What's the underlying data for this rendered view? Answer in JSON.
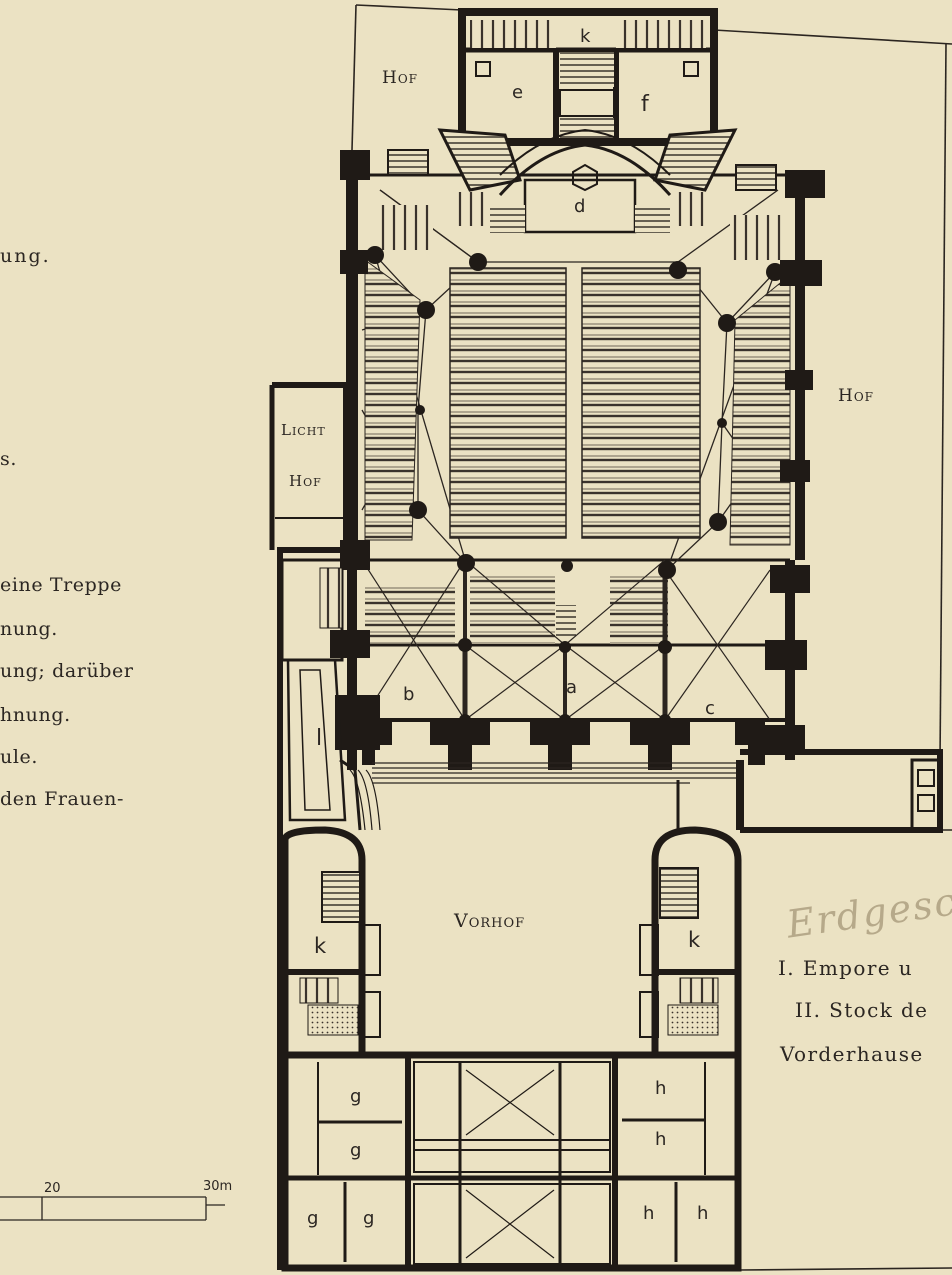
{
  "labels": {
    "hof_top": "Hof",
    "hof_right": "Hof",
    "lichthof_line1": "Licht",
    "lichthof_line2": "Hof",
    "vorhof": "Vorhof"
  },
  "rooms": {
    "a": "a",
    "b": "b",
    "c": "c",
    "d": "d",
    "e": "e",
    "f": "f",
    "k_top": "k",
    "k_left": "k",
    "k_right": "k",
    "l": "l",
    "g1": "g",
    "g2": "g",
    "g3": "g",
    "g4": "g",
    "h1": "h",
    "h2": "h",
    "h3": "h",
    "h4": "h"
  },
  "margin_text": [
    "ung.",
    "s.",
    "eine Treppe",
    "nung.",
    "ung; darüber",
    "hnung.",
    "ule.",
    "den Frauen-"
  ],
  "legend": {
    "line1": "I. Empore u",
    "line2": "II. Stock de",
    "line3": "Vorderhause"
  },
  "handwritten": "Erdgesch",
  "scale": {
    "mark_20": "20",
    "mark_30": "30m"
  }
}
